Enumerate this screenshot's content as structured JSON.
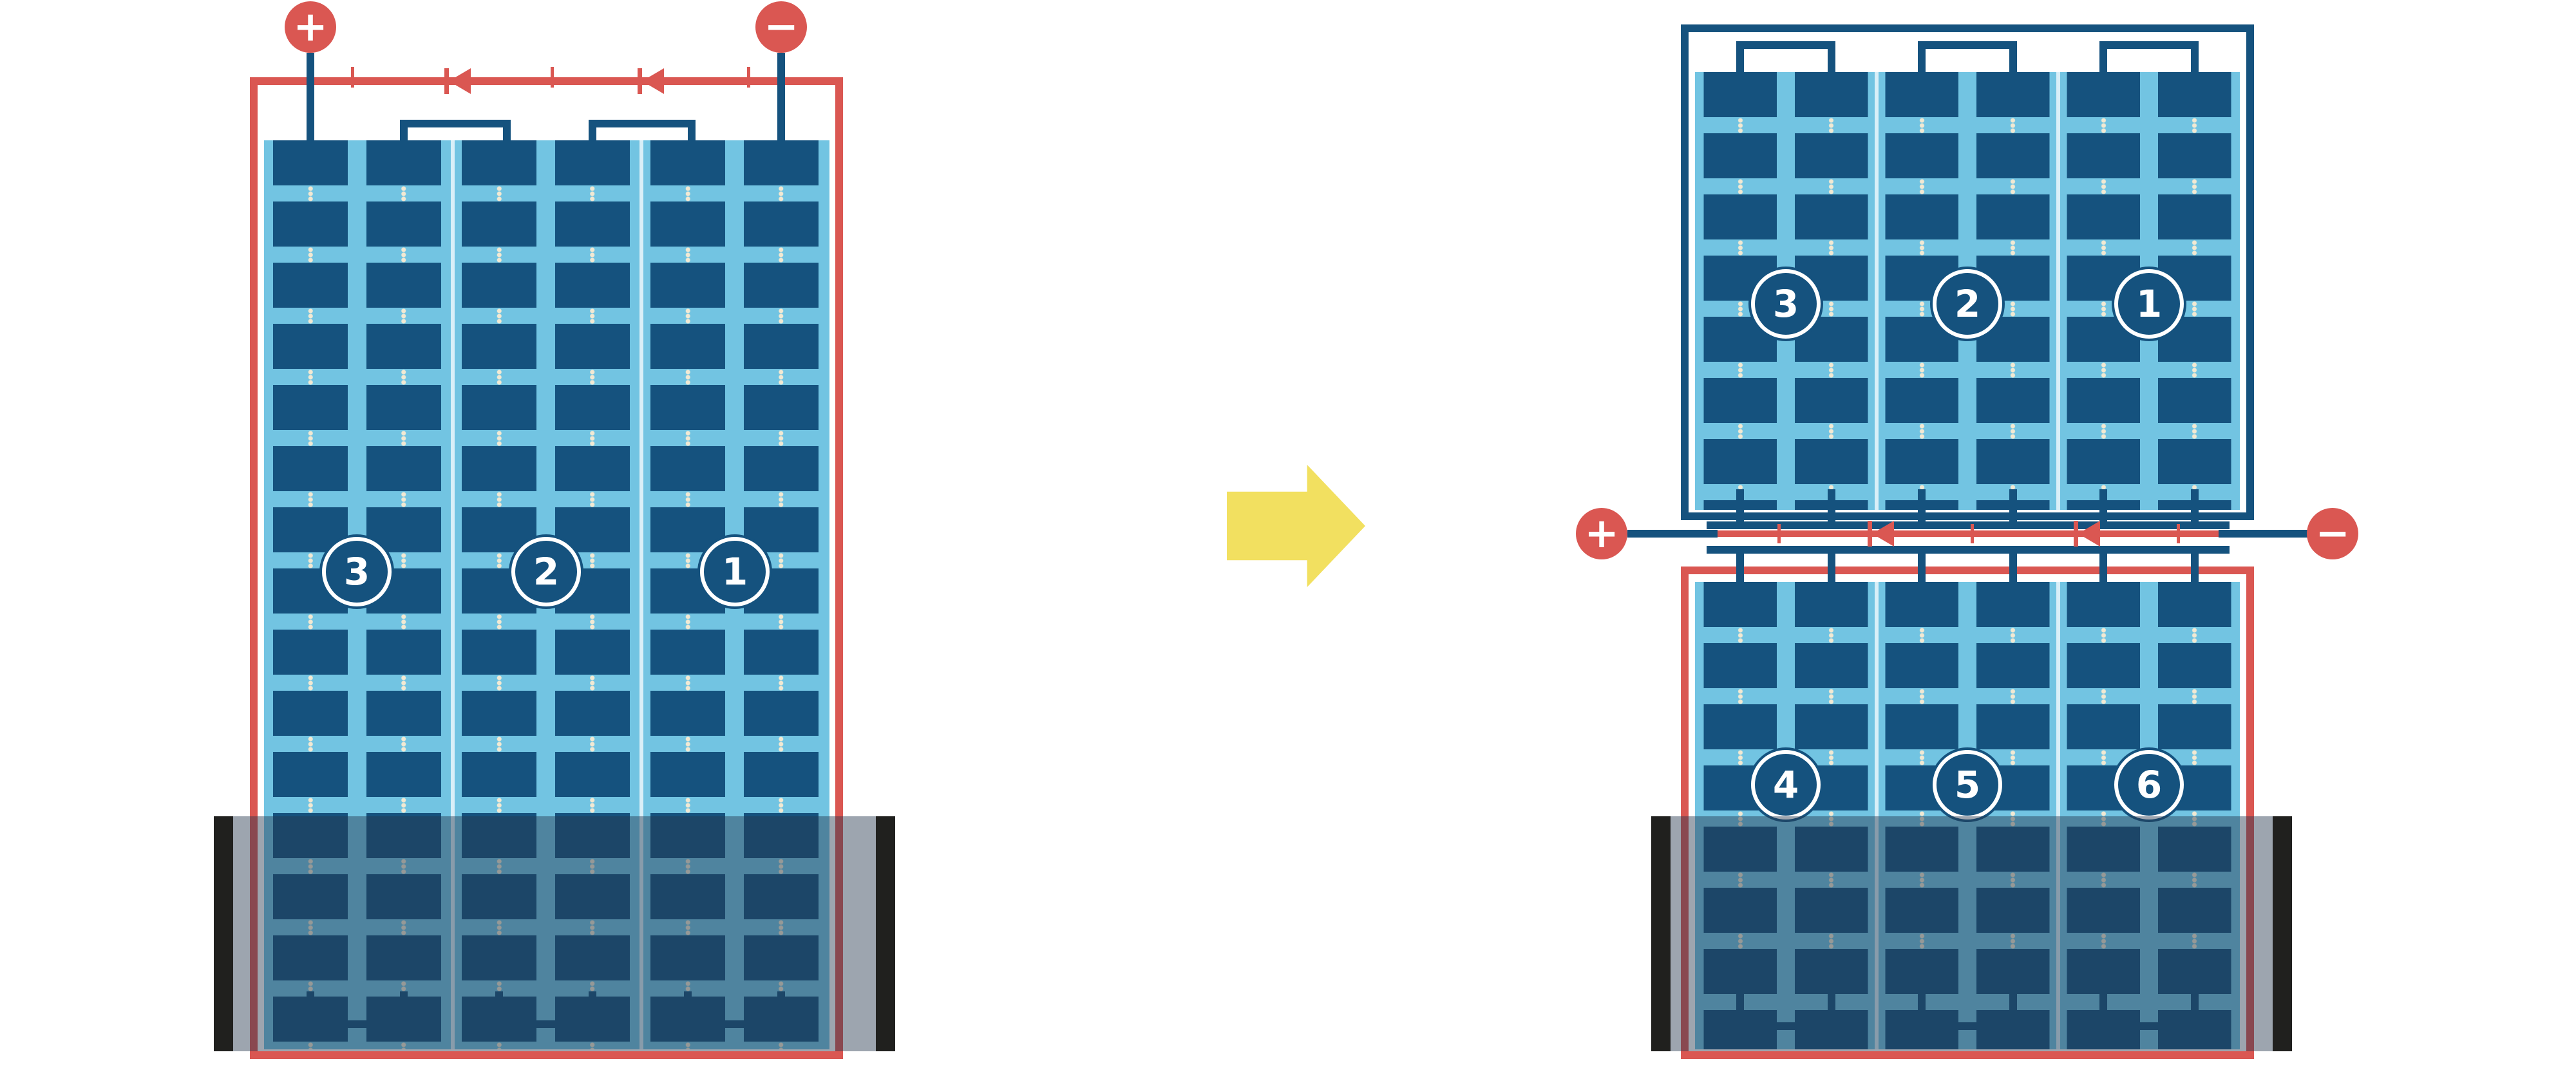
{
  "diagram": {
    "left_module": {
      "string_labels": [
        "3",
        "2",
        "1"
      ]
    },
    "right_module_top": {
      "string_labels": [
        "3",
        "2",
        "1"
      ]
    },
    "right_module_bottom": {
      "string_labels": [
        "4",
        "5",
        "6"
      ]
    },
    "terminals": {
      "positive": "+",
      "negative": "−"
    },
    "colors": {
      "panel_blue": "#72C4E2",
      "cell_navy": "#15527E",
      "frame_red": "#DA5752",
      "terminal_red": "#DA5752",
      "arrow_yellow": "#F2E060",
      "dot_cream": "#F2E9D3",
      "sep_blue": "#D9EFF8",
      "shade": "rgba(38,56,77,0.45)",
      "shade_cap": "#20201E"
    }
  }
}
